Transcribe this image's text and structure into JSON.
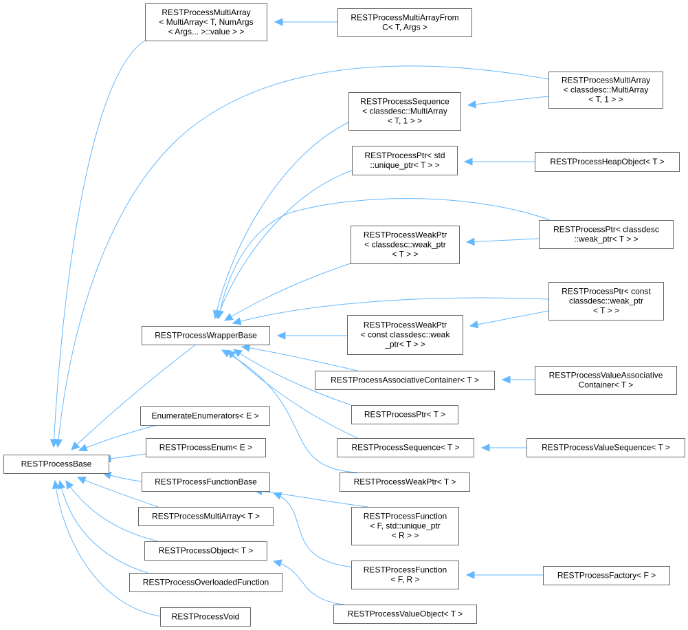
{
  "diagram": {
    "nodes": [
      {
        "id": "base",
        "lines": [
          "RESTProcessBase"
        ]
      },
      {
        "id": "wrapper",
        "lines": [
          "RESTProcessWrapperBase"
        ]
      },
      {
        "id": "ma_args",
        "lines": [
          "RESTProcessMultiArray",
          "< MultiArray< T, NumArgs",
          "< Args... >::value > >"
        ]
      },
      {
        "id": "ma_from",
        "lines": [
          "RESTProcessMultiArrayFrom",
          "C< T, Args >"
        ]
      },
      {
        "id": "ma_cd",
        "lines": [
          "RESTProcessMultiArray",
          "< classdesc::MultiArray",
          "< T, 1 > >"
        ]
      },
      {
        "id": "seq_cd",
        "lines": [
          "RESTProcessSequence",
          "< classdesc::MultiArray",
          "< T, 1 > >"
        ]
      },
      {
        "id": "ptr_uniq",
        "lines": [
          "RESTProcessPtr< std",
          "::unique_ptr< T > >"
        ]
      },
      {
        "id": "heap",
        "lines": [
          "RESTProcessHeapObject< T >"
        ]
      },
      {
        "id": "ptr_cd_weak",
        "lines": [
          "RESTProcessPtr< classdesc",
          "::weak_ptr< T > >"
        ]
      },
      {
        "id": "weak_cd",
        "lines": [
          "RESTProcessWeakPtr",
          "< classdesc::weak_ptr",
          "< T > >"
        ]
      },
      {
        "id": "ptr_const_weak",
        "lines": [
          "RESTProcessPtr< const",
          "classdesc::weak_ptr",
          "< T > >"
        ]
      },
      {
        "id": "weak_const",
        "lines": [
          "RESTProcessWeakPtr",
          "< const classdesc::weak",
          "_ptr< T > >"
        ]
      },
      {
        "id": "assoc",
        "lines": [
          "RESTProcessAssociativeContainer< T >"
        ]
      },
      {
        "id": "val_assoc",
        "lines": [
          "RESTProcessValueAssociative",
          "Container< T >"
        ]
      },
      {
        "id": "ptr_t",
        "lines": [
          "RESTProcessPtr< T >"
        ]
      },
      {
        "id": "seq_t",
        "lines": [
          "RESTProcessSequence< T >"
        ]
      },
      {
        "id": "val_seq",
        "lines": [
          "RESTProcessValueSequence< T >"
        ]
      },
      {
        "id": "weak_t",
        "lines": [
          "RESTProcessWeakPtr< T >"
        ]
      },
      {
        "id": "enum_enums",
        "lines": [
          "EnumerateEnumerators< E >"
        ]
      },
      {
        "id": "enum_e",
        "lines": [
          "RESTProcessEnum< E >"
        ]
      },
      {
        "id": "func_base",
        "lines": [
          "RESTProcessFunctionBase"
        ]
      },
      {
        "id": "func_uniq",
        "lines": [
          "RESTProcessFunction",
          "< F, std::unique_ptr",
          "< R > >"
        ]
      },
      {
        "id": "func_fr",
        "lines": [
          "RESTProcessFunction",
          "< F, R >"
        ]
      },
      {
        "id": "factory",
        "lines": [
          "RESTProcessFactory< F >"
        ]
      },
      {
        "id": "ma_t",
        "lines": [
          "RESTProcessMultiArray< T >"
        ]
      },
      {
        "id": "obj_t",
        "lines": [
          "RESTProcessObject< T >"
        ]
      },
      {
        "id": "overloaded",
        "lines": [
          "RESTProcessOverloadedFunction"
        ]
      },
      {
        "id": "val_obj",
        "lines": [
          "RESTProcessValueObject< T >"
        ]
      },
      {
        "id": "void",
        "lines": [
          "RESTProcessVoid"
        ]
      }
    ],
    "edges": [
      {
        "from": "ma_args",
        "to": "base"
      },
      {
        "from": "ma_cd",
        "to": "base"
      },
      {
        "from": "wrapper",
        "to": "base"
      },
      {
        "from": "enum_enums",
        "to": "base"
      },
      {
        "from": "enum_e",
        "to": "base"
      },
      {
        "from": "func_base",
        "to": "base"
      },
      {
        "from": "ma_t",
        "to": "base"
      },
      {
        "from": "obj_t",
        "to": "base"
      },
      {
        "from": "overloaded",
        "to": "base"
      },
      {
        "from": "void",
        "to": "base"
      },
      {
        "from": "ma_from",
        "to": "ma_args"
      },
      {
        "from": "ma_cd",
        "to": "seq_cd"
      },
      {
        "from": "heap",
        "to": "ptr_uniq"
      },
      {
        "from": "ptr_cd_weak",
        "to": "weak_cd"
      },
      {
        "from": "ptr_const_weak",
        "to": "weak_const"
      },
      {
        "from": "val_assoc",
        "to": "assoc"
      },
      {
        "from": "val_seq",
        "to": "seq_t"
      },
      {
        "from": "seq_cd",
        "to": "wrapper"
      },
      {
        "from": "ptr_uniq",
        "to": "wrapper"
      },
      {
        "from": "ptr_cd_weak",
        "to": "wrapper"
      },
      {
        "from": "weak_cd",
        "to": "wrapper"
      },
      {
        "from": "ptr_const_weak",
        "to": "wrapper"
      },
      {
        "from": "weak_const",
        "to": "wrapper"
      },
      {
        "from": "assoc",
        "to": "wrapper"
      },
      {
        "from": "ptr_t",
        "to": "wrapper"
      },
      {
        "from": "seq_t",
        "to": "wrapper"
      },
      {
        "from": "weak_t",
        "to": "wrapper"
      },
      {
        "from": "func_uniq",
        "to": "func_base"
      },
      {
        "from": "func_fr",
        "to": "func_base"
      },
      {
        "from": "factory",
        "to": "func_fr"
      },
      {
        "from": "val_obj",
        "to": "obj_t"
      }
    ]
  }
}
